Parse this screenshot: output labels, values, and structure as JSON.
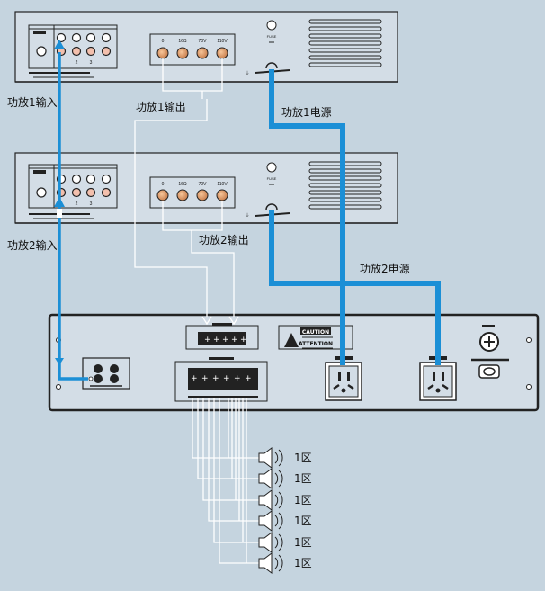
{
  "labels": {
    "amp1_input": "功放1输入",
    "amp1_output": "功放1输出",
    "amp1_power": "功放1电源",
    "amp2_input": "功放2输入",
    "amp2_output": "功放2输出",
    "amp2_power": "功放2电源"
  },
  "amplifier": {
    "taps": [
      "0",
      "16Ω",
      "70V",
      "110V"
    ],
    "fuse": "FUSE",
    "inputs": [
      "1",
      "2",
      "3"
    ]
  },
  "control_unit": {
    "caution": "CAUTION",
    "attention": "ATTENTION"
  },
  "zones": [
    "1区",
    "1区",
    "1区",
    "1区",
    "1区",
    "1区"
  ],
  "colors": {
    "background": "#c5d4df",
    "cable": "#1b8fd6",
    "wire": "#ffffff",
    "chassis": "#d3dde6"
  }
}
